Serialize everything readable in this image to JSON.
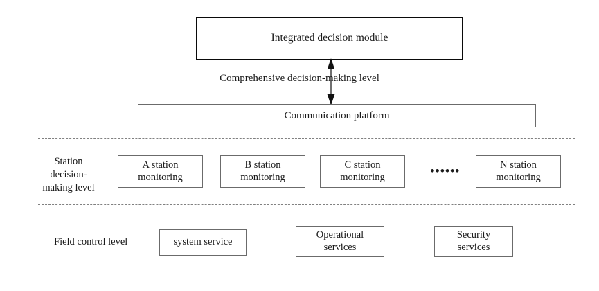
{
  "diagram": {
    "title_text": "",
    "background_color": "#ffffff",
    "line_color": "#6b6b6b",
    "thick_line_color": "#0a0a0a",
    "dashed_color": "#808080",
    "text_color": "#1a1a1a"
  },
  "comprehensive_level": {
    "module_label": "Integrated decision module",
    "arrow_caption": "Comprehensive decision-making level",
    "arrow_icon": "double-headed-vertical-arrow-icon",
    "platform_label": "Communication platform"
  },
  "station_level": {
    "side_label": "Station\ndecision-\nmaking level",
    "ellipsis": "••••••",
    "boxes": [
      {
        "label": "A station\nmonitoring"
      },
      {
        "label": "B station\nmonitoring"
      },
      {
        "label": "C station\nmonitoring"
      },
      {
        "label": "N station\nmonitoring"
      }
    ]
  },
  "field_level": {
    "side_label": "Field control level",
    "boxes": [
      {
        "label": "system service"
      },
      {
        "label": "Operational\nservices"
      },
      {
        "label": "Security\nservices"
      }
    ]
  },
  "separators": [
    {
      "name": "separator-above-station-level"
    },
    {
      "name": "separator-below-station-level"
    },
    {
      "name": "separator-below-field-level"
    }
  ]
}
